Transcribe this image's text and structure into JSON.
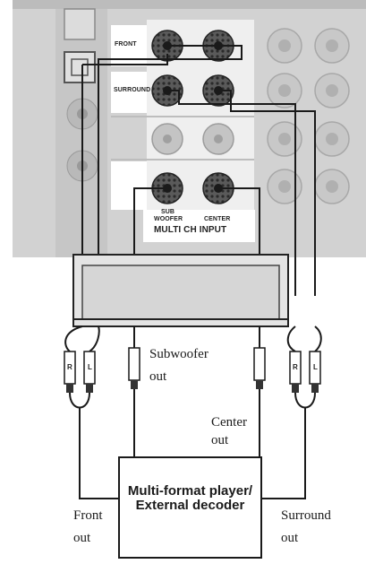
{
  "panel": {
    "row_front": "FRONT",
    "row_surround": "SURROUND",
    "sub_label_line1": "SUB",
    "sub_label_line2": "WOOFER",
    "center_label": "CENTER",
    "section_title": "MULTI CH INPUT"
  },
  "plug_letters": {
    "right": "R",
    "left": "L"
  },
  "outputs": {
    "subwoofer_line1": "Subwoofer",
    "subwoofer_line2": "out",
    "center_line1": "Center",
    "center_line2": "out",
    "front_line1": "Front",
    "front_line2": "out",
    "surround_line1": "Surround",
    "surround_line2": "out"
  },
  "device": {
    "line1": "Multi-format player/",
    "line2": "External decoder"
  }
}
